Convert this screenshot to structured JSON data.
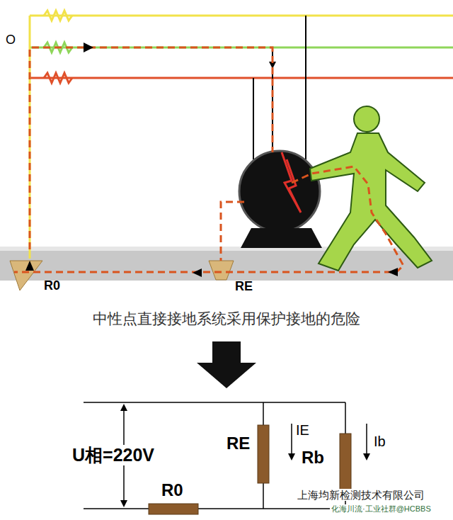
{
  "diagram": {
    "caption": "中性点直接接地系统采用保护接地的危险",
    "labels": [
      "O",
      "R0",
      "RE",
      "U相=220V",
      "RE",
      "IE",
      "Rb",
      "Ib",
      "R0",
      "上海均新检测技术有限公司",
      "化海川流·工业社群@HCBBS"
    ]
  }
}
